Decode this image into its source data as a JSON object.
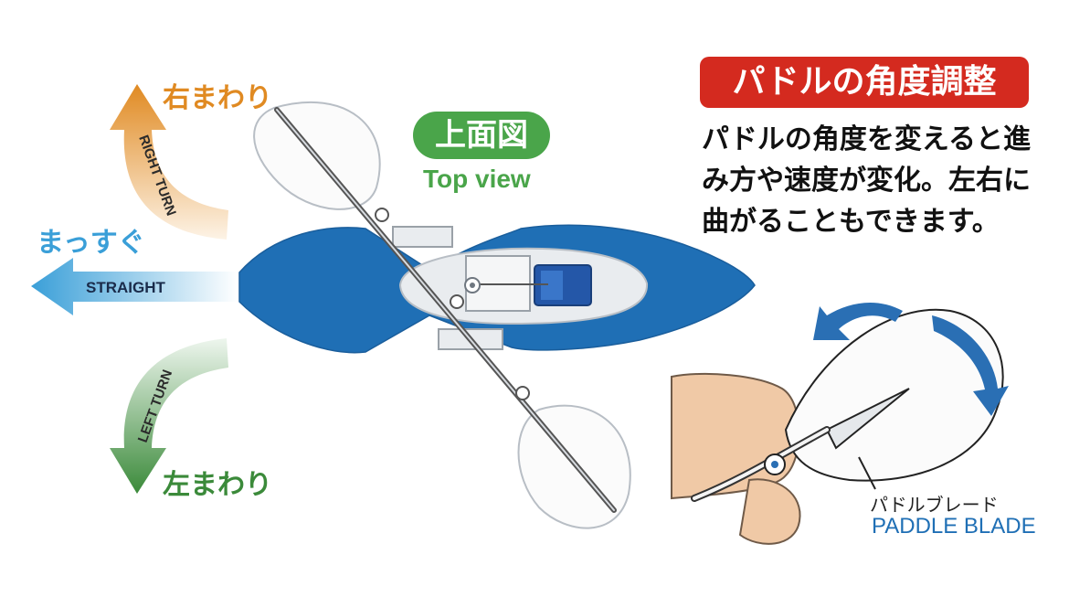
{
  "title_badge": "パドルの角度調整",
  "description": "パドルの角度を変えると進み方や速度が変化。左右に曲がることもできます。",
  "view_badge": {
    "jp": "上面図",
    "en": "Top view"
  },
  "directions": {
    "right": {
      "jp": "右まわり",
      "en": "RIGHT TURN",
      "color": "#e08a22"
    },
    "straight": {
      "jp": "まっすぐ",
      "en": "STRAIGHT",
      "color": "#3a9fd8"
    },
    "left": {
      "jp": "左まわり",
      "en": "LEFT TURN",
      "color": "#3b8a3a"
    }
  },
  "blade_label": {
    "jp": "パドルブレード",
    "en": "PADDLE BLADE"
  },
  "colors": {
    "hull_blue": "#1f6fb5",
    "deck_grey": "#e9ecef",
    "title_red": "#d42a1f",
    "view_green": "#4aa54a",
    "rotate_arrow_blue": "#2a6fb4"
  }
}
